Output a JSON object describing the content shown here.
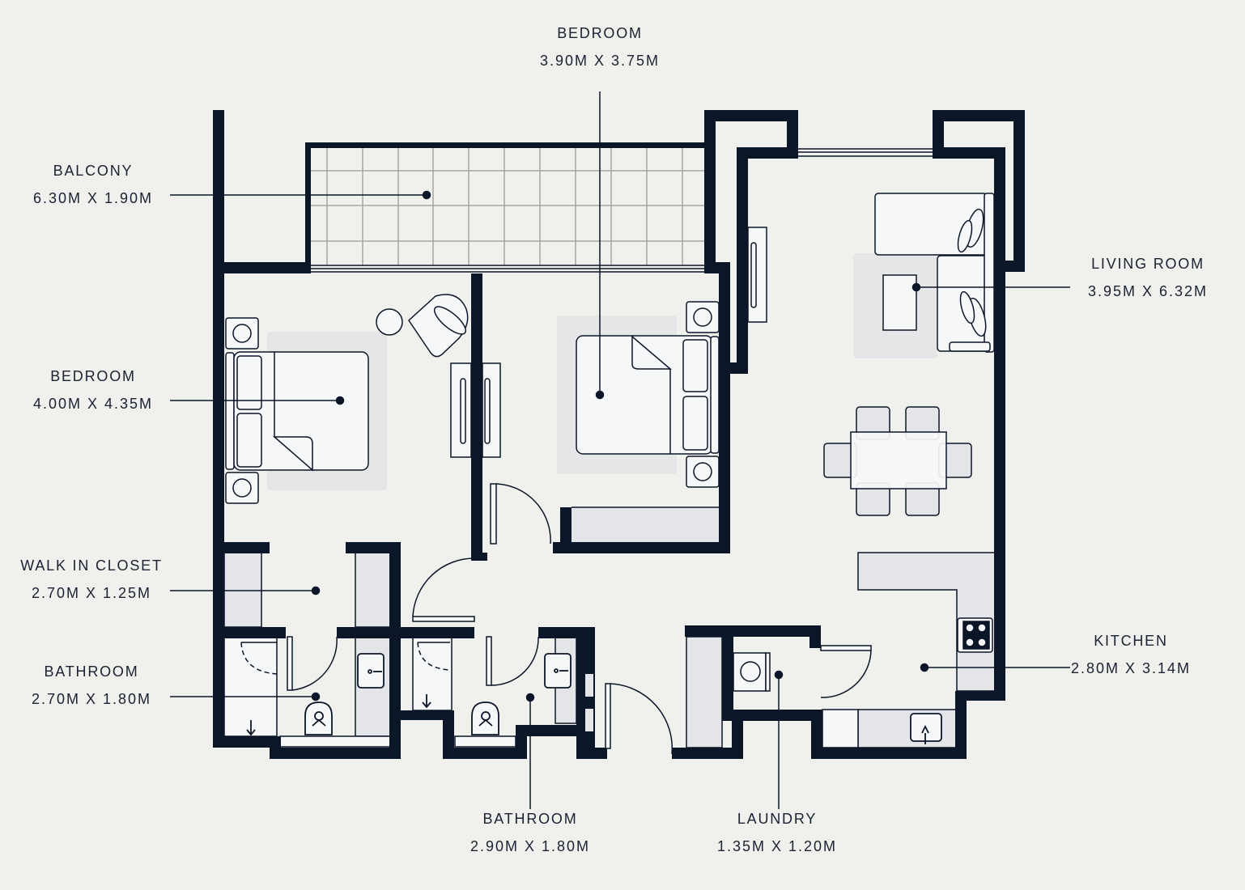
{
  "colors": {
    "background": "#f0f0ec",
    "wall": "#0b1628",
    "fixture_fill": "#f6f7f9",
    "counter_fill": "#e4e5e8",
    "rug_fill": "#e6e6e8",
    "grid_line": "#9a9a9a",
    "text": "#1a2233"
  },
  "rooms": [
    {
      "id": "bedroom-top",
      "name": "BEDROOM",
      "dimensions": "3.90M X 3.75M"
    },
    {
      "id": "balcony",
      "name": "BALCONY",
      "dimensions": "6.30M X 1.90M"
    },
    {
      "id": "bedroom-left",
      "name": "BEDROOM",
      "dimensions": "4.00M X 4.35M"
    },
    {
      "id": "walk-in-closet",
      "name": "WALK IN CLOSET",
      "dimensions": "2.70M X 1.25M"
    },
    {
      "id": "bathroom-left",
      "name": "BATHROOM",
      "dimensions": "2.70M X 1.80M"
    },
    {
      "id": "living-room",
      "name": "LIVING ROOM",
      "dimensions": "3.95M X 6.32M"
    },
    {
      "id": "kitchen",
      "name": "KITCHEN",
      "dimensions": "2.80M X 3.14M"
    },
    {
      "id": "bathroom-bottom",
      "name": "BATHROOM",
      "dimensions": "2.90M X 1.80M"
    },
    {
      "id": "laundry",
      "name": "LAUNDRY",
      "dimensions": "1.35M X 1.20M"
    }
  ],
  "icons": {
    "bed": "bed-icon",
    "nightstand": "nightstand-icon",
    "armchair": "armchair-icon",
    "side_table": "side-table-icon",
    "wardrobe": "wardrobe-icon",
    "sofa": "sofa-icon",
    "coffee_table": "coffee-table-icon",
    "dining_table": "dining-table-icon",
    "toilet": "toilet-icon",
    "sink": "sink-icon",
    "shower": "shower-icon",
    "washer": "washing-machine-icon",
    "stove": "stove-icon",
    "door": "door-swing-icon"
  }
}
